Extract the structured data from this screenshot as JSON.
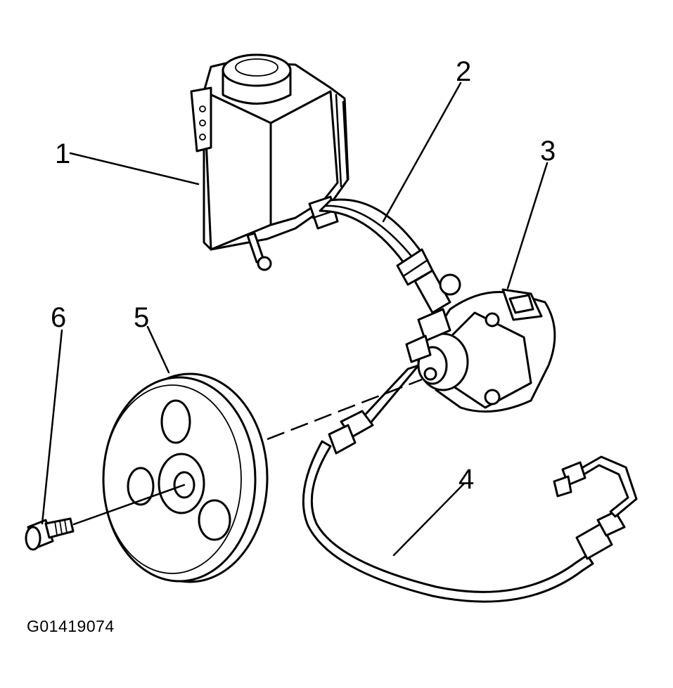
{
  "figure": {
    "id_label": "G01419074"
  },
  "callouts": [
    {
      "number": "1",
      "component": "reservoir"
    },
    {
      "number": "2",
      "component": "reservoir-hose"
    },
    {
      "number": "3",
      "component": "pump"
    },
    {
      "number": "4",
      "component": "pressure-hose"
    },
    {
      "number": "5",
      "component": "pulley"
    },
    {
      "number": "6",
      "component": "bolt"
    }
  ],
  "colors": {
    "ink": "#000000",
    "paper": "#ffffff"
  }
}
